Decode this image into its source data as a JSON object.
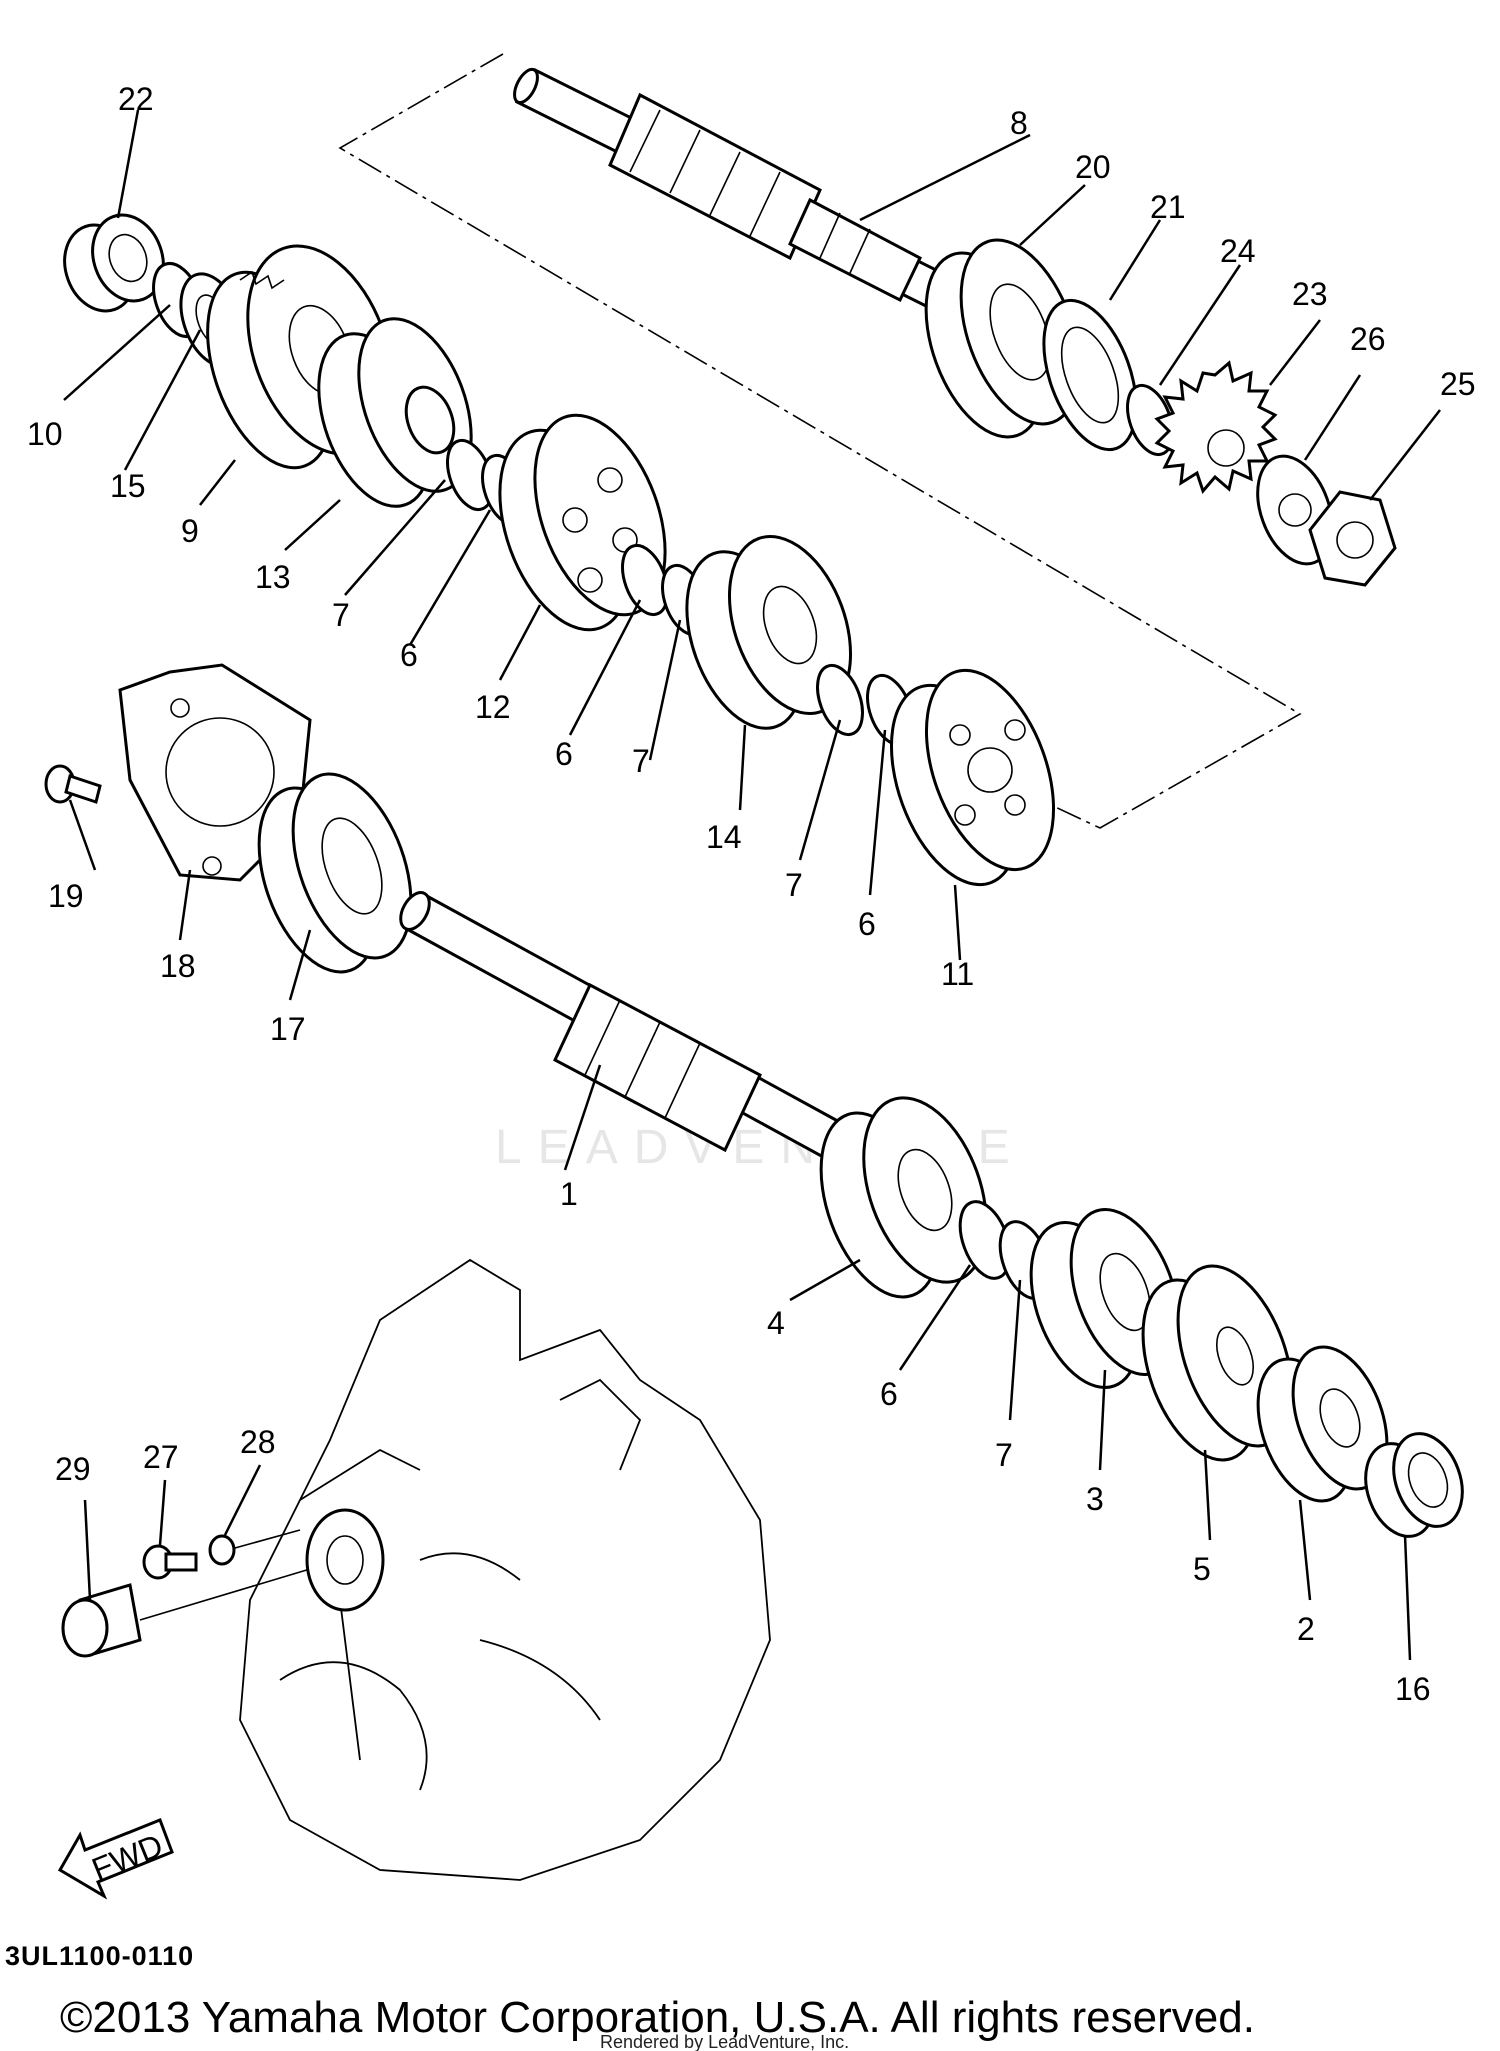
{
  "diagram_code": "3UL1100-0110",
  "copyright": "©2013 Yamaha Motor Corporation, U.S.A. All rights reserved.",
  "rendered_by": "Rendered by LeadVenture, Inc.",
  "watermark": "LEADVENTURE",
  "fwd_label": "FWD",
  "callouts": [
    {
      "id": "c1",
      "label": "1"
    },
    {
      "id": "c2",
      "label": "2"
    },
    {
      "id": "c3",
      "label": "3"
    },
    {
      "id": "c4",
      "label": "4"
    },
    {
      "id": "c5",
      "label": "5"
    },
    {
      "id": "c6a",
      "label": "6"
    },
    {
      "id": "c6b",
      "label": "6"
    },
    {
      "id": "c6c",
      "label": "6"
    },
    {
      "id": "c6d",
      "label": "6"
    },
    {
      "id": "c7a",
      "label": "7"
    },
    {
      "id": "c7b",
      "label": "7"
    },
    {
      "id": "c7c",
      "label": "7"
    },
    {
      "id": "c7d",
      "label": "7"
    },
    {
      "id": "c8",
      "label": "8"
    },
    {
      "id": "c9",
      "label": "9"
    },
    {
      "id": "c10",
      "label": "10"
    },
    {
      "id": "c11",
      "label": "11"
    },
    {
      "id": "c12",
      "label": "12"
    },
    {
      "id": "c13",
      "label": "13"
    },
    {
      "id": "c14",
      "label": "14"
    },
    {
      "id": "c15",
      "label": "15"
    },
    {
      "id": "c16",
      "label": "16"
    },
    {
      "id": "c17",
      "label": "17"
    },
    {
      "id": "c18",
      "label": "18"
    },
    {
      "id": "c19",
      "label": "19"
    },
    {
      "id": "c20",
      "label": "20"
    },
    {
      "id": "c21",
      "label": "21"
    },
    {
      "id": "c22",
      "label": "22"
    },
    {
      "id": "c23",
      "label": "23"
    },
    {
      "id": "c24",
      "label": "24"
    },
    {
      "id": "c25",
      "label": "25"
    },
    {
      "id": "c26",
      "label": "26"
    },
    {
      "id": "c27",
      "label": "27"
    },
    {
      "id": "c28",
      "label": "28"
    },
    {
      "id": "c29",
      "label": "29"
    }
  ]
}
